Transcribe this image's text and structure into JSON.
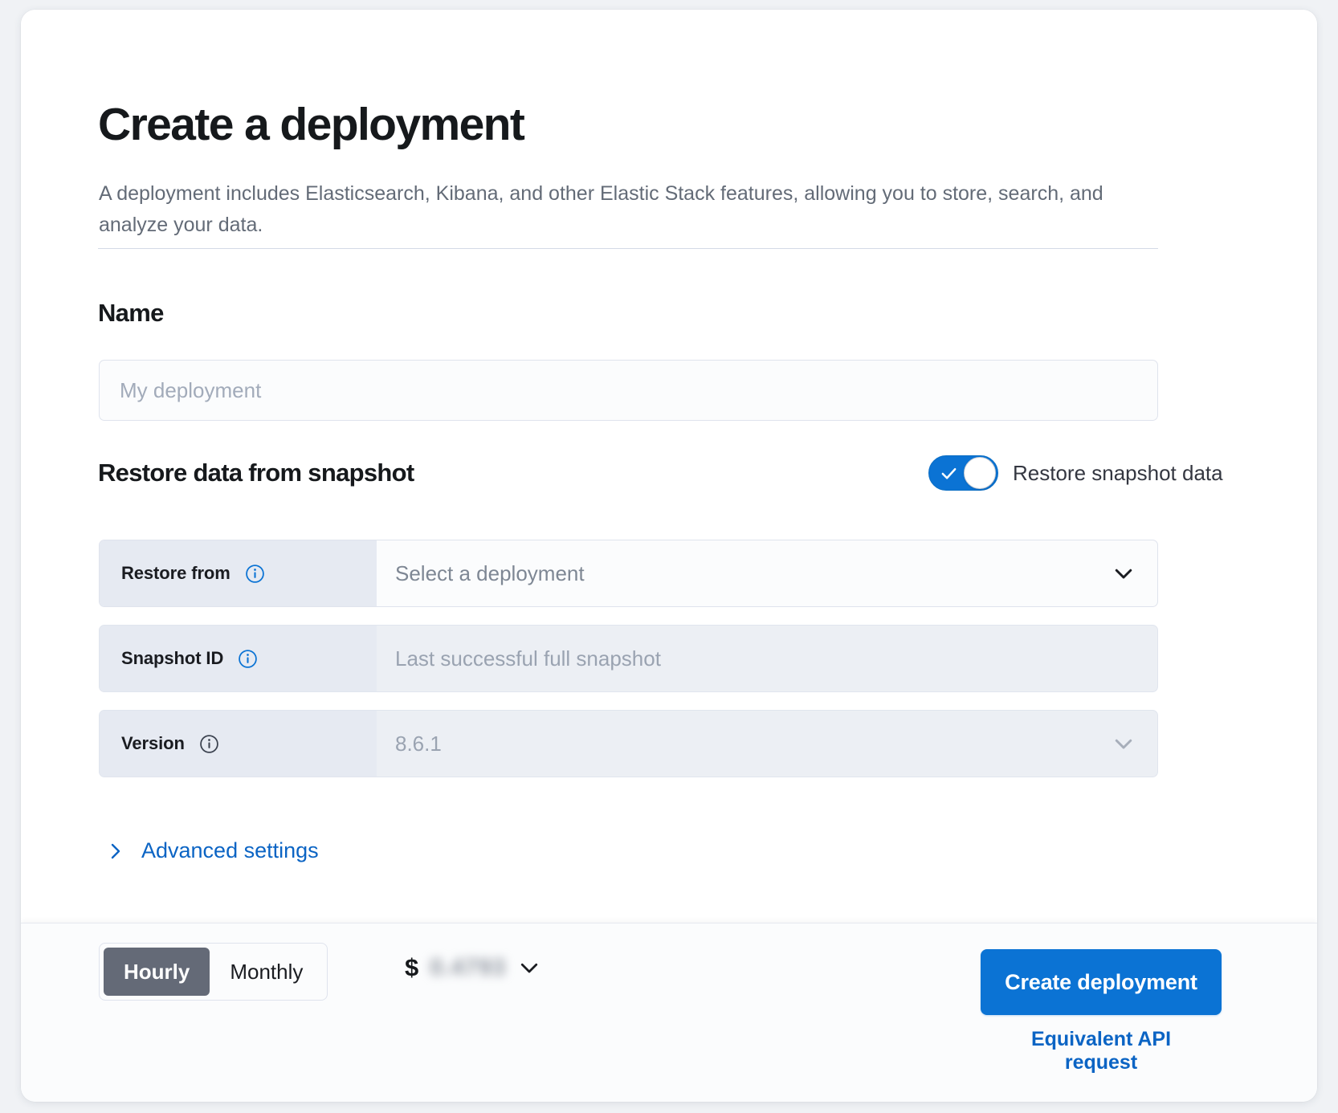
{
  "page": {
    "title": "Create a deployment",
    "subtitle": "A deployment includes Elasticsearch, Kibana, and other Elastic Stack features, allowing you to store, search, and analyze your data."
  },
  "name_section": {
    "heading": "Name",
    "input_placeholder": "My deployment",
    "input_value": ""
  },
  "restore_section": {
    "heading": "Restore data from snapshot",
    "toggle": {
      "label": "Restore snapshot data",
      "checked": true,
      "icon": "check-icon"
    },
    "rows": [
      {
        "label": "Restore from",
        "info_icon": "info-icon",
        "value": "Select a deployment",
        "is_placeholder": true,
        "disabled": false,
        "has_chevron": true,
        "chevron_icon": "chevron-down-icon"
      },
      {
        "label": "Snapshot ID",
        "info_icon": "info-icon",
        "value": "Last successful full snapshot",
        "is_placeholder": true,
        "disabled": true,
        "has_chevron": false,
        "chevron_icon": ""
      },
      {
        "label": "Version",
        "info_icon": "info-icon",
        "value": "8.6.1",
        "is_placeholder": false,
        "disabled": true,
        "has_chevron": true,
        "chevron_icon": "chevron-down-icon"
      }
    ],
    "advanced_settings": {
      "label": "Advanced settings",
      "icon": "chevron-right-icon"
    }
  },
  "footer": {
    "billing_toggle": {
      "options": [
        "Hourly",
        "Monthly"
      ],
      "selected": "Hourly"
    },
    "price": {
      "currency_symbol": "$",
      "amount_redacted": "0.4793",
      "chevron_icon": "chevron-down-icon"
    },
    "create_button": "Create deployment",
    "api_link": "Equivalent API request"
  },
  "colors": {
    "accent_blue": "#0b73d4",
    "link_blue": "#0b64c4",
    "prepend_bg": "#e6eaf2",
    "disabled_bg": "#eceff4",
    "text_dark": "#16191c",
    "text_muted": "#636b77",
    "segment_active_bg": "#646a77"
  }
}
